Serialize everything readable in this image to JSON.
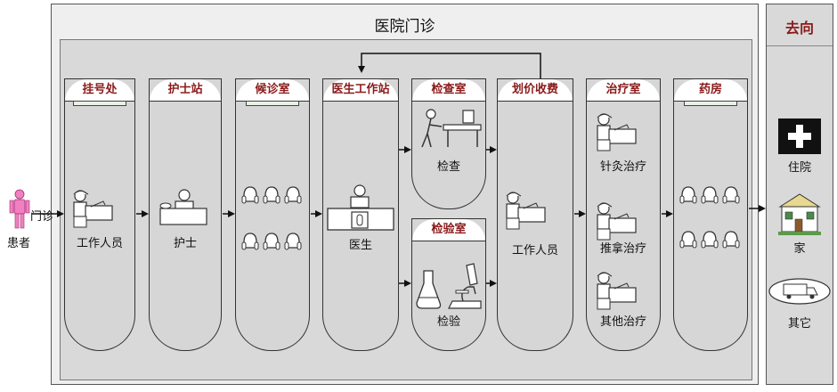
{
  "title": "医院门诊",
  "destination": {
    "title": "去向",
    "items": [
      {
        "label": "住院",
        "icon": "hospital-cross-icon"
      },
      {
        "label": "家",
        "icon": "house-icon"
      },
      {
        "label": "其它",
        "icon": "truck-icon"
      }
    ]
  },
  "entry": {
    "person_label": "患者",
    "arrow_label": "门诊"
  },
  "stations": [
    {
      "title": "挂号处",
      "person": "工作人员"
    },
    {
      "title": "护士站",
      "person": "护士"
    },
    {
      "title": "候诊室"
    },
    {
      "title": "医生工作站",
      "person": "医生"
    },
    {
      "title": "检查室",
      "person": "检查"
    },
    {
      "title": "检验室",
      "person": "检验"
    },
    {
      "title": "划价收费",
      "person": "工作人员"
    },
    {
      "title": "治疗室",
      "items": [
        "针灸治疗",
        "推拿治疗",
        "其他治疗"
      ]
    },
    {
      "title": "药房"
    }
  ],
  "colors": {
    "accent": "#8b1a1a",
    "panel": "#d9d9d9",
    "person": "#f080c0"
  }
}
